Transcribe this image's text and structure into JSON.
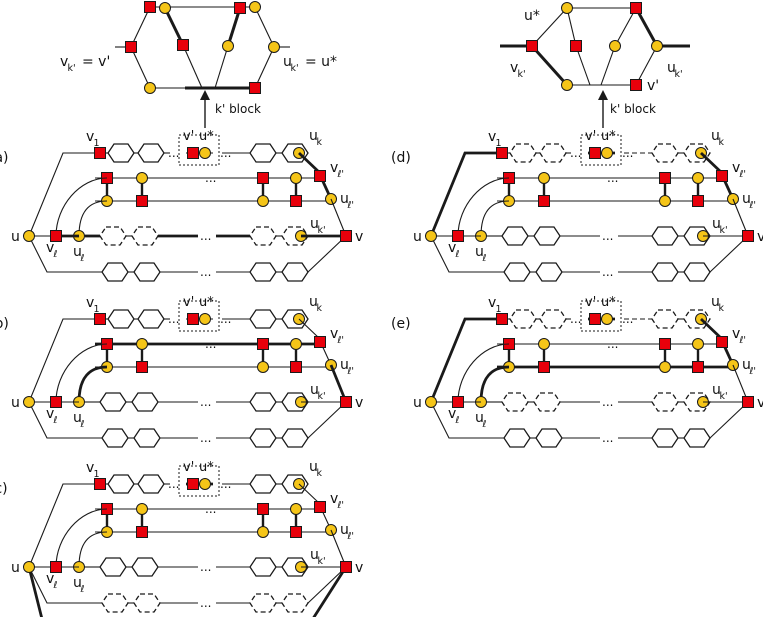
{
  "colors": {
    "square": "#e8000b",
    "circle": "#f5c518",
    "stroke": "#1a1a1a"
  },
  "top_left": {
    "v_eq": "v",
    "v_eq_sub": "k'",
    "v_eq_rhs": "= v'",
    "u_eq": "u",
    "u_eq_sub": "k'",
    "u_eq_rhs": "= u*",
    "block_label": "k' block"
  },
  "top_right": {
    "u_star": "u*",
    "v_left": "v",
    "v_left_sub": "k'",
    "u_right": "u",
    "u_right_sub": "k'",
    "v_prime": "v'",
    "block_label": "k' block"
  },
  "panels": [
    {
      "tag": "(a)",
      "dots": "...",
      "labels": {
        "u": "u",
        "v": "v",
        "v1": "v",
        "v1_sub": "1",
        "uk": "u",
        "uk_sub": "k",
        "vl": "v",
        "vl_sub": "ℓ",
        "ul": "u",
        "ul_sub": "ℓ",
        "vlp": "v",
        "vlp_sub": "ℓ'",
        "ulp": "u",
        "ulp_sub": "ℓ'",
        "ukp": "u",
        "ukp_sub": "k'",
        "vprime": "v'",
        "ustar": "u*"
      }
    },
    {
      "tag": "(b)",
      "dots": "...",
      "labels": {
        "u": "u",
        "v": "v",
        "v1": "v",
        "v1_sub": "1",
        "uk": "u",
        "uk_sub": "k",
        "vl": "v",
        "vl_sub": "ℓ",
        "ul": "u",
        "ul_sub": "ℓ",
        "vlp": "v",
        "vlp_sub": "ℓ'",
        "ulp": "u",
        "ulp_sub": "ℓ'",
        "ukp": "u",
        "ukp_sub": "k'",
        "vprime": "v'",
        "ustar": "u*"
      }
    },
    {
      "tag": "(c)",
      "dots": "...",
      "labels": {
        "u": "u",
        "v": "v",
        "v1": "v",
        "v1_sub": "1",
        "uk": "u",
        "uk_sub": "k",
        "vl": "v",
        "vl_sub": "ℓ",
        "ul": "u",
        "ul_sub": "ℓ",
        "vlp": "v",
        "vlp_sub": "ℓ'",
        "ulp": "u",
        "ulp_sub": "ℓ'",
        "ukp": "u",
        "ukp_sub": "k'",
        "vprime": "v'",
        "ustar": "u*"
      }
    },
    {
      "tag": "(d)",
      "dots": "...",
      "labels": {
        "u": "u",
        "v": "v",
        "v1": "v",
        "v1_sub": "1",
        "uk": "u",
        "uk_sub": "k",
        "vl": "v",
        "vl_sub": "ℓ",
        "ul": "u",
        "ul_sub": "ℓ",
        "vlp": "v",
        "vlp_sub": "ℓ'",
        "ulp": "u",
        "ulp_sub": "ℓ'",
        "ukp": "u",
        "ukp_sub": "k'",
        "vprime": "v'",
        "ustar": "u*"
      }
    },
    {
      "tag": "(e)",
      "dots": "...",
      "labels": {
        "u": "u",
        "v": "v",
        "v1": "v",
        "v1_sub": "1",
        "uk": "u",
        "uk_sub": "k",
        "vl": "v",
        "vl_sub": "ℓ",
        "ul": "u",
        "ul_sub": "ℓ",
        "vlp": "v",
        "vlp_sub": "ℓ'",
        "ulp": "u",
        "ulp_sub": "ℓ'",
        "ukp": "u",
        "ukp_sub": "k'",
        "vprime": "v'",
        "ustar": "u*"
      }
    }
  ]
}
